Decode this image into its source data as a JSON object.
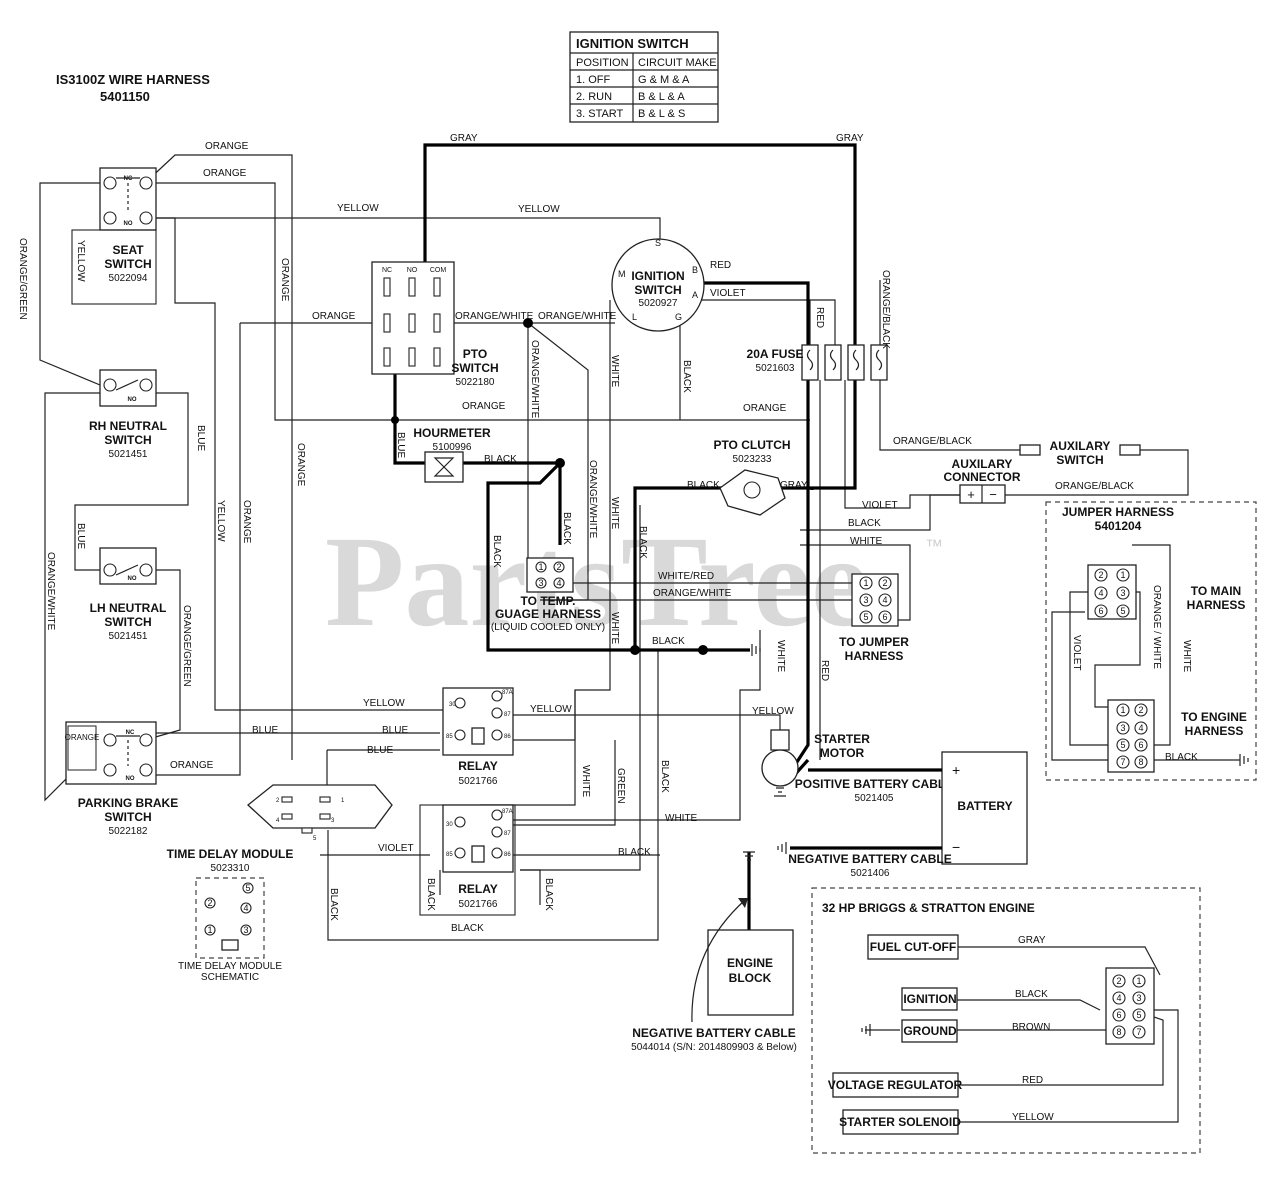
{
  "title": {
    "line1": "IS3100Z WIRE HARNESS",
    "line2": "5401150"
  },
  "ignition_table": {
    "title": "IGNITION SWITCH",
    "headers": [
      "POSITION",
      "CIRCUIT MAKE"
    ],
    "rows": [
      [
        "1. OFF",
        "G & M & A"
      ],
      [
        "2. RUN",
        "B & L & A"
      ],
      [
        "3. START",
        "B & L & S"
      ]
    ]
  },
  "watermark": "PartsTree",
  "watermark_tm": "™",
  "components": {
    "seat_switch": {
      "name_1": "SEAT",
      "name_2": "SWITCH",
      "part": "5022094"
    },
    "rh_neutral": {
      "name_1": "RH NEUTRAL",
      "name_2": "SWITCH",
      "part": "5021451"
    },
    "lh_neutral": {
      "name_1": "LH NEUTRAL",
      "name_2": "SWITCH",
      "part": "5021451"
    },
    "parking_brake": {
      "name_1": "PARKING BRAKE",
      "name_2": "SWITCH",
      "part": "5022182",
      "inner": "ORANGE"
    },
    "pto_switch": {
      "name_1": "PTO",
      "name_2": "SWITCH",
      "part": "5022180",
      "terms": [
        "NC",
        "NO",
        "COM"
      ]
    },
    "ignition_switch": {
      "name_1": "IGNITION",
      "name_2": "SWITCH",
      "part": "5020927",
      "terms": [
        "S",
        "M",
        "B",
        "A",
        "L",
        "G"
      ]
    },
    "fuse": {
      "name": "20A FUSE",
      "part": "5021603"
    },
    "hourmeter": {
      "name": "HOURMETER",
      "part": "5100996"
    },
    "pto_clutch": {
      "name": "PTO CLUTCH",
      "part": "5023233"
    },
    "temp_gauge": {
      "name_1": "TO TEMP.",
      "name_2": "GUAGE HARNESS",
      "note": "(LIQUID COOLED ONLY)",
      "pins": [
        "1",
        "2",
        "3",
        "4"
      ]
    },
    "to_jumper": {
      "name_1": "TO JUMPER",
      "name_2": "HARNESS",
      "pins": [
        "1",
        "2",
        "3",
        "4",
        "5",
        "6"
      ]
    },
    "aux_connector": {
      "name_1": "AUXILARY",
      "name_2": "CONNECTOR",
      "plus": "+",
      "minus": "−"
    },
    "aux_switch": {
      "name_1": "AUXILARY",
      "name_2": "SWITCH"
    },
    "jumper_harness": {
      "name": "JUMPER HARNESS",
      "part": "5401204",
      "to_main_1": "TO MAIN",
      "to_main_2": "HARNESS",
      "to_engine_1": "TO ENGINE",
      "to_engine_2": "HARNESS"
    },
    "relay1": {
      "name": "RELAY",
      "part": "5021766",
      "terms": [
        "30",
        "87A",
        "87",
        "85",
        "86"
      ]
    },
    "relay2": {
      "name": "RELAY",
      "part": "5021766",
      "terms": [
        "30",
        "87A",
        "87",
        "85",
        "86"
      ]
    },
    "starter_motor": {
      "name_1": "STARTER",
      "name_2": "MOTOR"
    },
    "battery": {
      "name": "BATTERY",
      "plus": "+",
      "minus": "−"
    },
    "pos_cable": {
      "name": "POSITIVE BATTERY CABLE",
      "part": "5021405"
    },
    "neg_cable": {
      "name": "NEGATIVE BATTERY CABLE",
      "part": "5021406"
    },
    "time_delay": {
      "name": "TIME DELAY MODULE",
      "part": "5023310",
      "schematic_1": "TIME DELAY MODULE",
      "schematic_2": "SCHEMATIC",
      "terms": [
        "1",
        "2",
        "3",
        "4",
        "5"
      ]
    },
    "engine_block": {
      "name_1": "ENGINE",
      "name_2": "BLOCK"
    },
    "neg_cable_2": {
      "name": "NEGATIVE BATTERY CABLE",
      "part": "5044014 (S/N: 2014809903 & Below)"
    },
    "engine": {
      "title": "32 HP BRIGGS & STRATTON ENGINE",
      "fuel": "FUEL CUT-OFF",
      "ignition": "IGNITION",
      "ground": "GROUND",
      "regulator": "VOLTAGE REGULATOR",
      "solenoid": "STARTER SOLENOID"
    }
  },
  "switch_labels": {
    "nc": "NC",
    "no": "NO"
  },
  "wire_labels": {
    "orange": "ORANGE",
    "yellow": "YELLOW",
    "gray": "GRAY",
    "red": "RED",
    "violet": "VIOLET",
    "black": "BLACK",
    "blue": "BLUE",
    "white": "WHITE",
    "green": "GREEN",
    "brown": "BROWN",
    "orange_white": "ORANGE/WHITE",
    "orange_green": "ORANGE/GREEN",
    "orange_black": "ORANGE/BLACK",
    "white_red": "WHITE/RED",
    "orange_slash_white": "ORANGE / WHITE"
  }
}
